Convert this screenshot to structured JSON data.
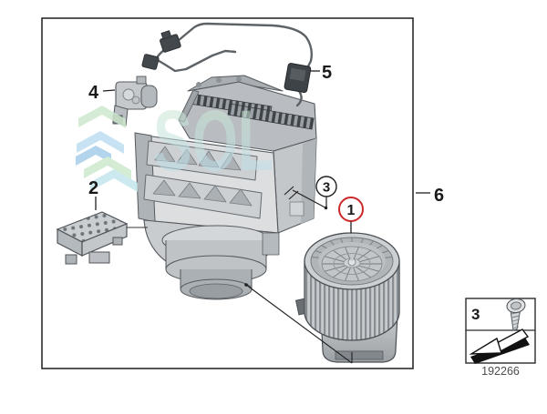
{
  "diagram": {
    "callouts": {
      "blower_motor": "1",
      "control_unit": "2",
      "screw": "3",
      "actuator": "4",
      "wiring_harness": "5",
      "complete_assembly": "6"
    },
    "legend": {
      "fastener_label": "3"
    },
    "diagram_number": "192266"
  },
  "watermark": {
    "text": "SOL",
    "green": "#cfe9cd",
    "blue": "#b9dcf0"
  },
  "colors": {
    "highlight_red": "#cc2a2a",
    "line_black": "#1f1f1f"
  }
}
